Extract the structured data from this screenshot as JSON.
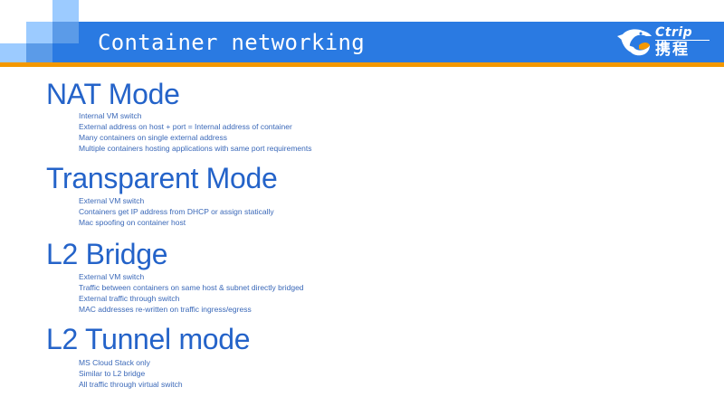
{
  "header": {
    "title": "Container networking",
    "logo": {
      "name": "Ctrip",
      "text_en": "Ctrip",
      "text_cn": "携程",
      "icon": "dolphin-logo-icon"
    },
    "colors": {
      "bar": "#2a7ae2",
      "accent_line": "#f39800",
      "squares": [
        "#9ccbff",
        "#5b9be8",
        "#2a7ae2"
      ]
    }
  },
  "sections": [
    {
      "title": "NAT Mode",
      "bullets": [
        "Internal VM switch",
        "External address on host + port = Internal address of container",
        "Many containers on single external address",
        "Multiple containers hosting applications with same port requirements"
      ]
    },
    {
      "title": "Transparent Mode",
      "bullets": [
        "External VM switch",
        "Containers get IP address from DHCP or assign statically",
        "Mac spoofing on container host"
      ]
    },
    {
      "title": "L2 Bridge",
      "bullets": [
        "External VM switch",
        "Traffic between containers on same host & subnet directly bridged",
        "External traffic through switch",
        "MAC addresses re-written on traffic ingress/egress"
      ]
    },
    {
      "title": "L2 Tunnel mode",
      "bullets": [
        "MS Cloud Stack only",
        "Similar to L2 bridge",
        "All traffic through virtual switch"
      ]
    }
  ]
}
